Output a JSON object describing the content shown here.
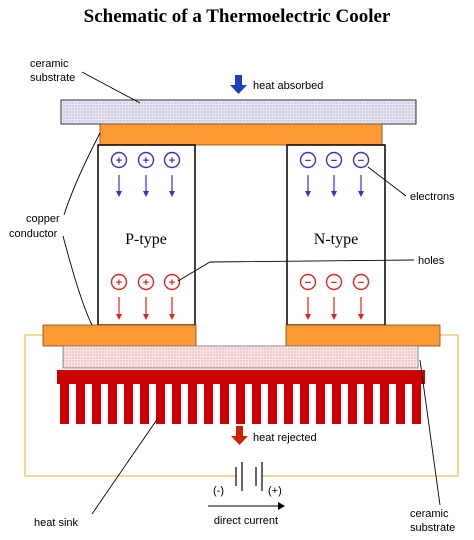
{
  "title": "Schematic of a Thermoelectric Cooler",
  "labels": {
    "ceramic_top_line1": "ceramic",
    "ceramic_top_line2": "substrate",
    "heat_absorbed": "heat absorbed",
    "copper_line1": "copper",
    "copper_line2": "conductor",
    "p_type": "P-type",
    "n_type": "N-type",
    "electrons": "electrons",
    "holes": "holes",
    "heat_rejected": "heat rejected",
    "minus": "(-)",
    "plus": "(+)",
    "heat_sink": "heat sink",
    "direct_current": "direct current",
    "ceramic_bottom_line1": "ceramic",
    "ceramic_bottom_line2": "substrate"
  },
  "symbols": {
    "plus": "+",
    "minus": "−"
  },
  "colors": {
    "ceramic_fill": "#e6e6f5",
    "ceramic_dots": "#7a7aa8",
    "bottom_ceramic_fill": "#fbe3e3",
    "bottom_ceramic_dots": "#d07070",
    "copper": "#ff9933",
    "copper_stroke": "#7a4a10",
    "hole": "#e52222",
    "electron": "#3333cc",
    "heat_absorbed_arrow": "#1a3fbf",
    "heat_rejected_arrow": "#cc2200",
    "heat_sink": "#cc0000",
    "circuit_wire": "#f0c060"
  }
}
